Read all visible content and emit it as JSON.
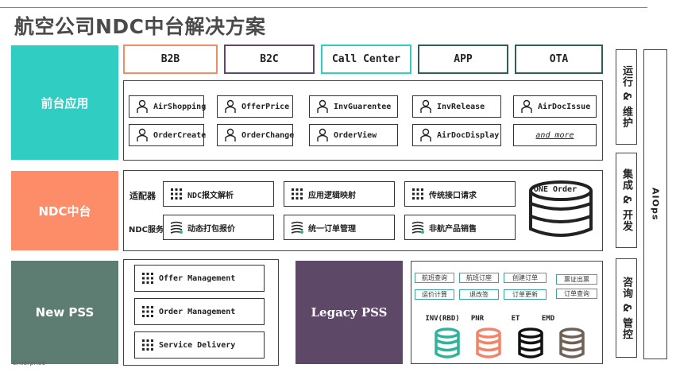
{
  "title": "航空公司NDC中台解决方案",
  "colors": {
    "front_band": "#2fcdc2",
    "ndc_band": "#fd8c68",
    "pss_band": "#5d7c72",
    "legacy": "#5e4868",
    "channel_borders": [
      "#f28c64",
      "#5e4868",
      "#2fcdc2",
      "#2c5f57",
      "#2c5f57"
    ],
    "db_colors": [
      "#2fb49b",
      "#f48467",
      "#111111",
      "#6e6157"
    ]
  },
  "bands": {
    "front": "前台应用",
    "ndc": "NDC中台",
    "pss": "New PSS"
  },
  "channels": [
    "B2B",
    "B2C",
    "Call Center",
    "APP",
    "OTA"
  ],
  "front_apis": [
    "AirShopping",
    "OfferPrice",
    "InvGuarentee",
    "InvRelease",
    "AirDocIssue",
    "OrderCreate",
    "OrderChange",
    "OrderView",
    "AirDocDisplay",
    "and more"
  ],
  "ndc_middle": {
    "adapter_label": "适配器",
    "service_label": "NDC服务",
    "adapters": [
      "NDC报文解析",
      "应用逻辑映射",
      "传统接口请求"
    ],
    "services": [
      "动态打包报价",
      "统一订单管理",
      "非航产品销售"
    ],
    "one_order": "ONE Order"
  },
  "new_pss": [
    "Offer Management",
    "Order Management",
    "Service Delivery"
  ],
  "legacy_pss": "Legacy PSS",
  "legacy_tags": [
    "航班查询",
    "航班订座",
    "创建订单",
    "票证出票",
    "运价计算",
    "退改签",
    "订单更新",
    "订单查询"
  ],
  "legacy_dbs": [
    "INV(RBD)",
    "PNR",
    "ET",
    "EMD"
  ],
  "side": {
    "ops": "运行 & 维护",
    "integration": "集成 & 开发",
    "governance": "咨询 & 管控",
    "aiops": "AIOps"
  },
  "footer_fragment": "Enterprise"
}
